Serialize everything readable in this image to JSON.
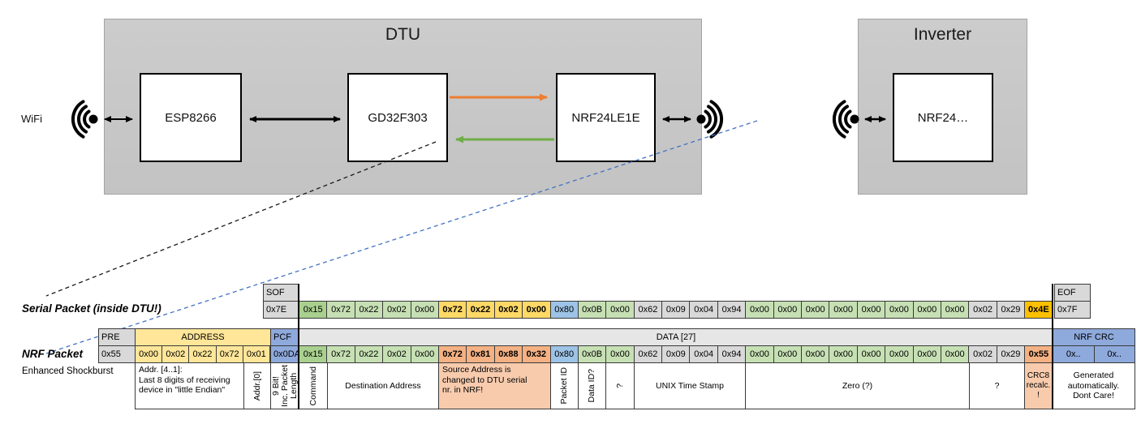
{
  "diagram": {
    "wifi_label": "WiFi",
    "dtu_title": "DTU",
    "chip_esp": "ESP8266",
    "chip_gd32": "GD32F303",
    "chip_nrf": "NRF24LE1E",
    "inverter_title": "Inverter",
    "chip_inv_nrf": "NRF24…"
  },
  "serial_packet": {
    "label": "Serial Packet (inside DTU!)",
    "sof_header": "SOF",
    "sof_value": "0x7E",
    "eof_header": "EOF",
    "eof_value": "0x7F",
    "bytes": [
      {
        "v": "0x15",
        "c": "g1"
      },
      {
        "v": "0x72",
        "c": "g2"
      },
      {
        "v": "0x22",
        "c": "g2"
      },
      {
        "v": "0x02",
        "c": "g2"
      },
      {
        "v": "0x00",
        "c": "g2"
      },
      {
        "v": "0x72",
        "c": "gold"
      },
      {
        "v": "0x22",
        "c": "gold"
      },
      {
        "v": "0x02",
        "c": "gold"
      },
      {
        "v": "0x00",
        "c": "gold"
      },
      {
        "v": "0x80",
        "c": "blue"
      },
      {
        "v": "0x0B",
        "c": "g2"
      },
      {
        "v": "0x00",
        "c": "g2"
      },
      {
        "v": "0x62",
        "c": "gray"
      },
      {
        "v": "0x09",
        "c": "gray"
      },
      {
        "v": "0x04",
        "c": "gray"
      },
      {
        "v": "0x94",
        "c": "gray"
      },
      {
        "v": "0x00",
        "c": "g2"
      },
      {
        "v": "0x00",
        "c": "g2"
      },
      {
        "v": "0x00",
        "c": "g2"
      },
      {
        "v": "0x00",
        "c": "g2"
      },
      {
        "v": "0x00",
        "c": "g2"
      },
      {
        "v": "0x00",
        "c": "g2"
      },
      {
        "v": "0x00",
        "c": "g2"
      },
      {
        "v": "0x00",
        "c": "g2"
      },
      {
        "v": "0x02",
        "c": "gray"
      },
      {
        "v": "0x29",
        "c": "gray"
      },
      {
        "v": "0x4E",
        "c": "amber"
      }
    ]
  },
  "nrf_packet": {
    "label": "NRF Packet",
    "sublabel": "Enhanced Shockburst",
    "pre_header": "PRE",
    "pre_value": "0x55",
    "address_header": "ADDRESS",
    "address_bytes": [
      {
        "v": "0x00",
        "c": "yel"
      },
      {
        "v": "0x02",
        "c": "yel"
      },
      {
        "v": "0x22",
        "c": "yel"
      },
      {
        "v": "0x72",
        "c": "yel"
      },
      {
        "v": "0x01",
        "c": "yel"
      }
    ],
    "pcf_header": "PCF",
    "pcf_value": "0x0DA",
    "data_header": "DATA [27]",
    "bytes": [
      {
        "v": "0x15",
        "c": "g1"
      },
      {
        "v": "0x72",
        "c": "g2"
      },
      {
        "v": "0x22",
        "c": "g2"
      },
      {
        "v": "0x02",
        "c": "g2"
      },
      {
        "v": "0x00",
        "c": "g2"
      },
      {
        "v": "0x72",
        "c": "salmon"
      },
      {
        "v": "0x81",
        "c": "salmon"
      },
      {
        "v": "0x88",
        "c": "salmon"
      },
      {
        "v": "0x32",
        "c": "salmon"
      },
      {
        "v": "0x80",
        "c": "blue"
      },
      {
        "v": "0x0B",
        "c": "g2"
      },
      {
        "v": "0x00",
        "c": "g2"
      },
      {
        "v": "0x62",
        "c": "gray"
      },
      {
        "v": "0x09",
        "c": "gray"
      },
      {
        "v": "0x04",
        "c": "gray"
      },
      {
        "v": "0x94",
        "c": "gray"
      },
      {
        "v": "0x00",
        "c": "g2"
      },
      {
        "v": "0x00",
        "c": "g2"
      },
      {
        "v": "0x00",
        "c": "g2"
      },
      {
        "v": "0x00",
        "c": "g2"
      },
      {
        "v": "0x00",
        "c": "g2"
      },
      {
        "v": "0x00",
        "c": "g2"
      },
      {
        "v": "0x00",
        "c": "g2"
      },
      {
        "v": "0x00",
        "c": "g2"
      },
      {
        "v": "0x02",
        "c": "gray"
      },
      {
        "v": "0x29",
        "c": "gray"
      },
      {
        "v": "0x55",
        "c": "salmon"
      }
    ],
    "crc_header": "NRF CRC",
    "crc_bytes": [
      {
        "v": "0x..",
        "c": "crc"
      },
      {
        "v": "0x..",
        "c": "crc"
      }
    ]
  },
  "annotations": {
    "addr_main": "Addr. [4..1]:\nLast 8 digits of receiving\ndevice in \"little Endian\"",
    "addr0": "Addr.[0]",
    "pcf_note": "9 Bit!\nInc. Packet\nLength",
    "command": "Command",
    "dest": "Destination Address",
    "source": "Source Address is\nchanged to DTU serial\nnr. in NRF!",
    "packet_id": "Packet ID",
    "data_id": "Data ID?",
    "q1": "?",
    "unix": "UNIX Time Stamp",
    "zero": "Zero (?)",
    "q2": "?",
    "crc8": "CRC8\nrecalc.\n!",
    "generated": "Generated\nautomatically.\nDont Care!"
  },
  "colors": {
    "accent_orange_arrow": "#ED7D31",
    "accent_green_arrow": "#70AD47",
    "dashed_blue_line": "#4472C4",
    "cell_green_dark": "#A9D08E",
    "cell_green_light": "#C6E0B4",
    "cell_gold": "#FFD966",
    "cell_amber": "#FFC000",
    "cell_light_blue": "#9DC3E6",
    "cell_pcf_blue": "#8EA9DB",
    "cell_yellow": "#FFE699",
    "cell_gray": "#D9D9D9",
    "cell_salmon": "#F4B183",
    "annotation_salmon": "#F8CBAD"
  }
}
